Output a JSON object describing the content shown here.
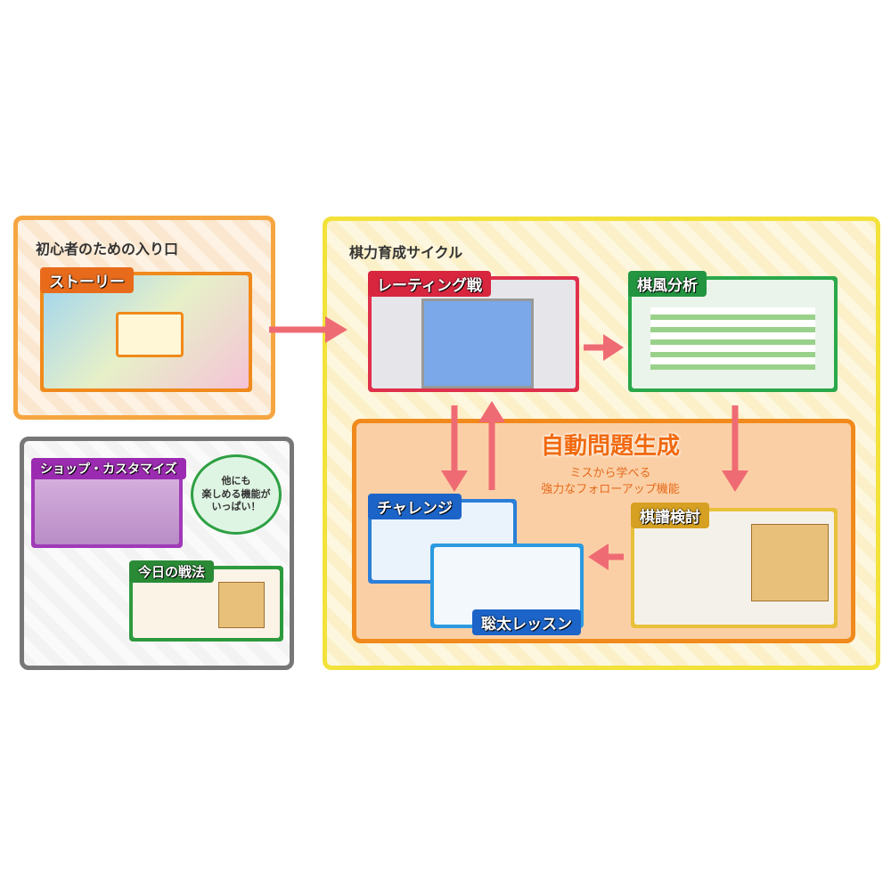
{
  "beginner": {
    "title": "初心者のための入り口",
    "story_label": "ストーリー"
  },
  "extras": {
    "shop_label": "ショップ・カスタマイズ",
    "bubble": [
      "他にも",
      "楽しめる機能が",
      "いっぱい！"
    ],
    "tactic_label": "今日の戦法"
  },
  "cycle": {
    "title": "棋力育成サイクル",
    "rating_label": "レーティング戦",
    "style_label": "棋風分析",
    "auto": {
      "title": "自動問題生成",
      "sub1": "ミスから学べる",
      "sub2": "強力なフォローアップ機能"
    },
    "challenge_label": "チャレンジ",
    "lesson_label": "聡太レッスン",
    "review_label": "棋譜検討"
  },
  "colors": {
    "orange": "#f08a1c",
    "yellow": "#f2e23a",
    "arrow": "#ef6b74",
    "gray": "#666666"
  }
}
